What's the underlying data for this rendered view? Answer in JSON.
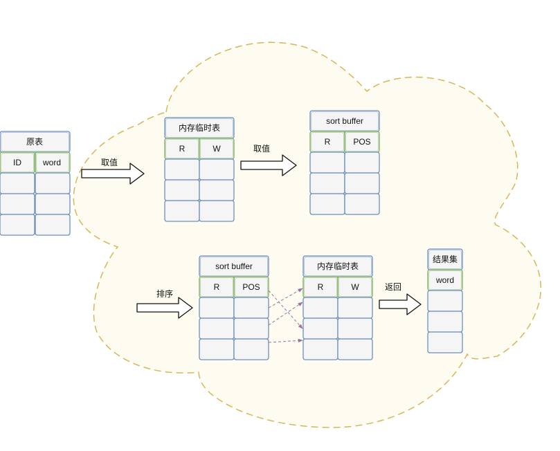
{
  "tables": {
    "source": {
      "title": "原表",
      "col1": "ID",
      "col2": "word"
    },
    "temp1": {
      "title": "内存临时表",
      "col1": "R",
      "col2": "W"
    },
    "sort1": {
      "title": "sort buffer",
      "col1": "R",
      "col2": "POS"
    },
    "sort2": {
      "title": "sort buffer",
      "col1": "R",
      "col2": "POS"
    },
    "temp2": {
      "title": "内存临时表",
      "col1": "R",
      "col2": "W"
    },
    "result": {
      "title": "结果集",
      "col1": "word"
    }
  },
  "arrows": {
    "fetch1": "取值",
    "fetch2": "取值",
    "sort": "排序",
    "ret": "返回"
  },
  "colors": {
    "cloud_fill": "#fefcf0",
    "cloud_stroke": "#d6b656",
    "cell_stroke": "#6c8ebf",
    "header_stroke": "#82b366",
    "link_stroke": "#9673a6"
  }
}
